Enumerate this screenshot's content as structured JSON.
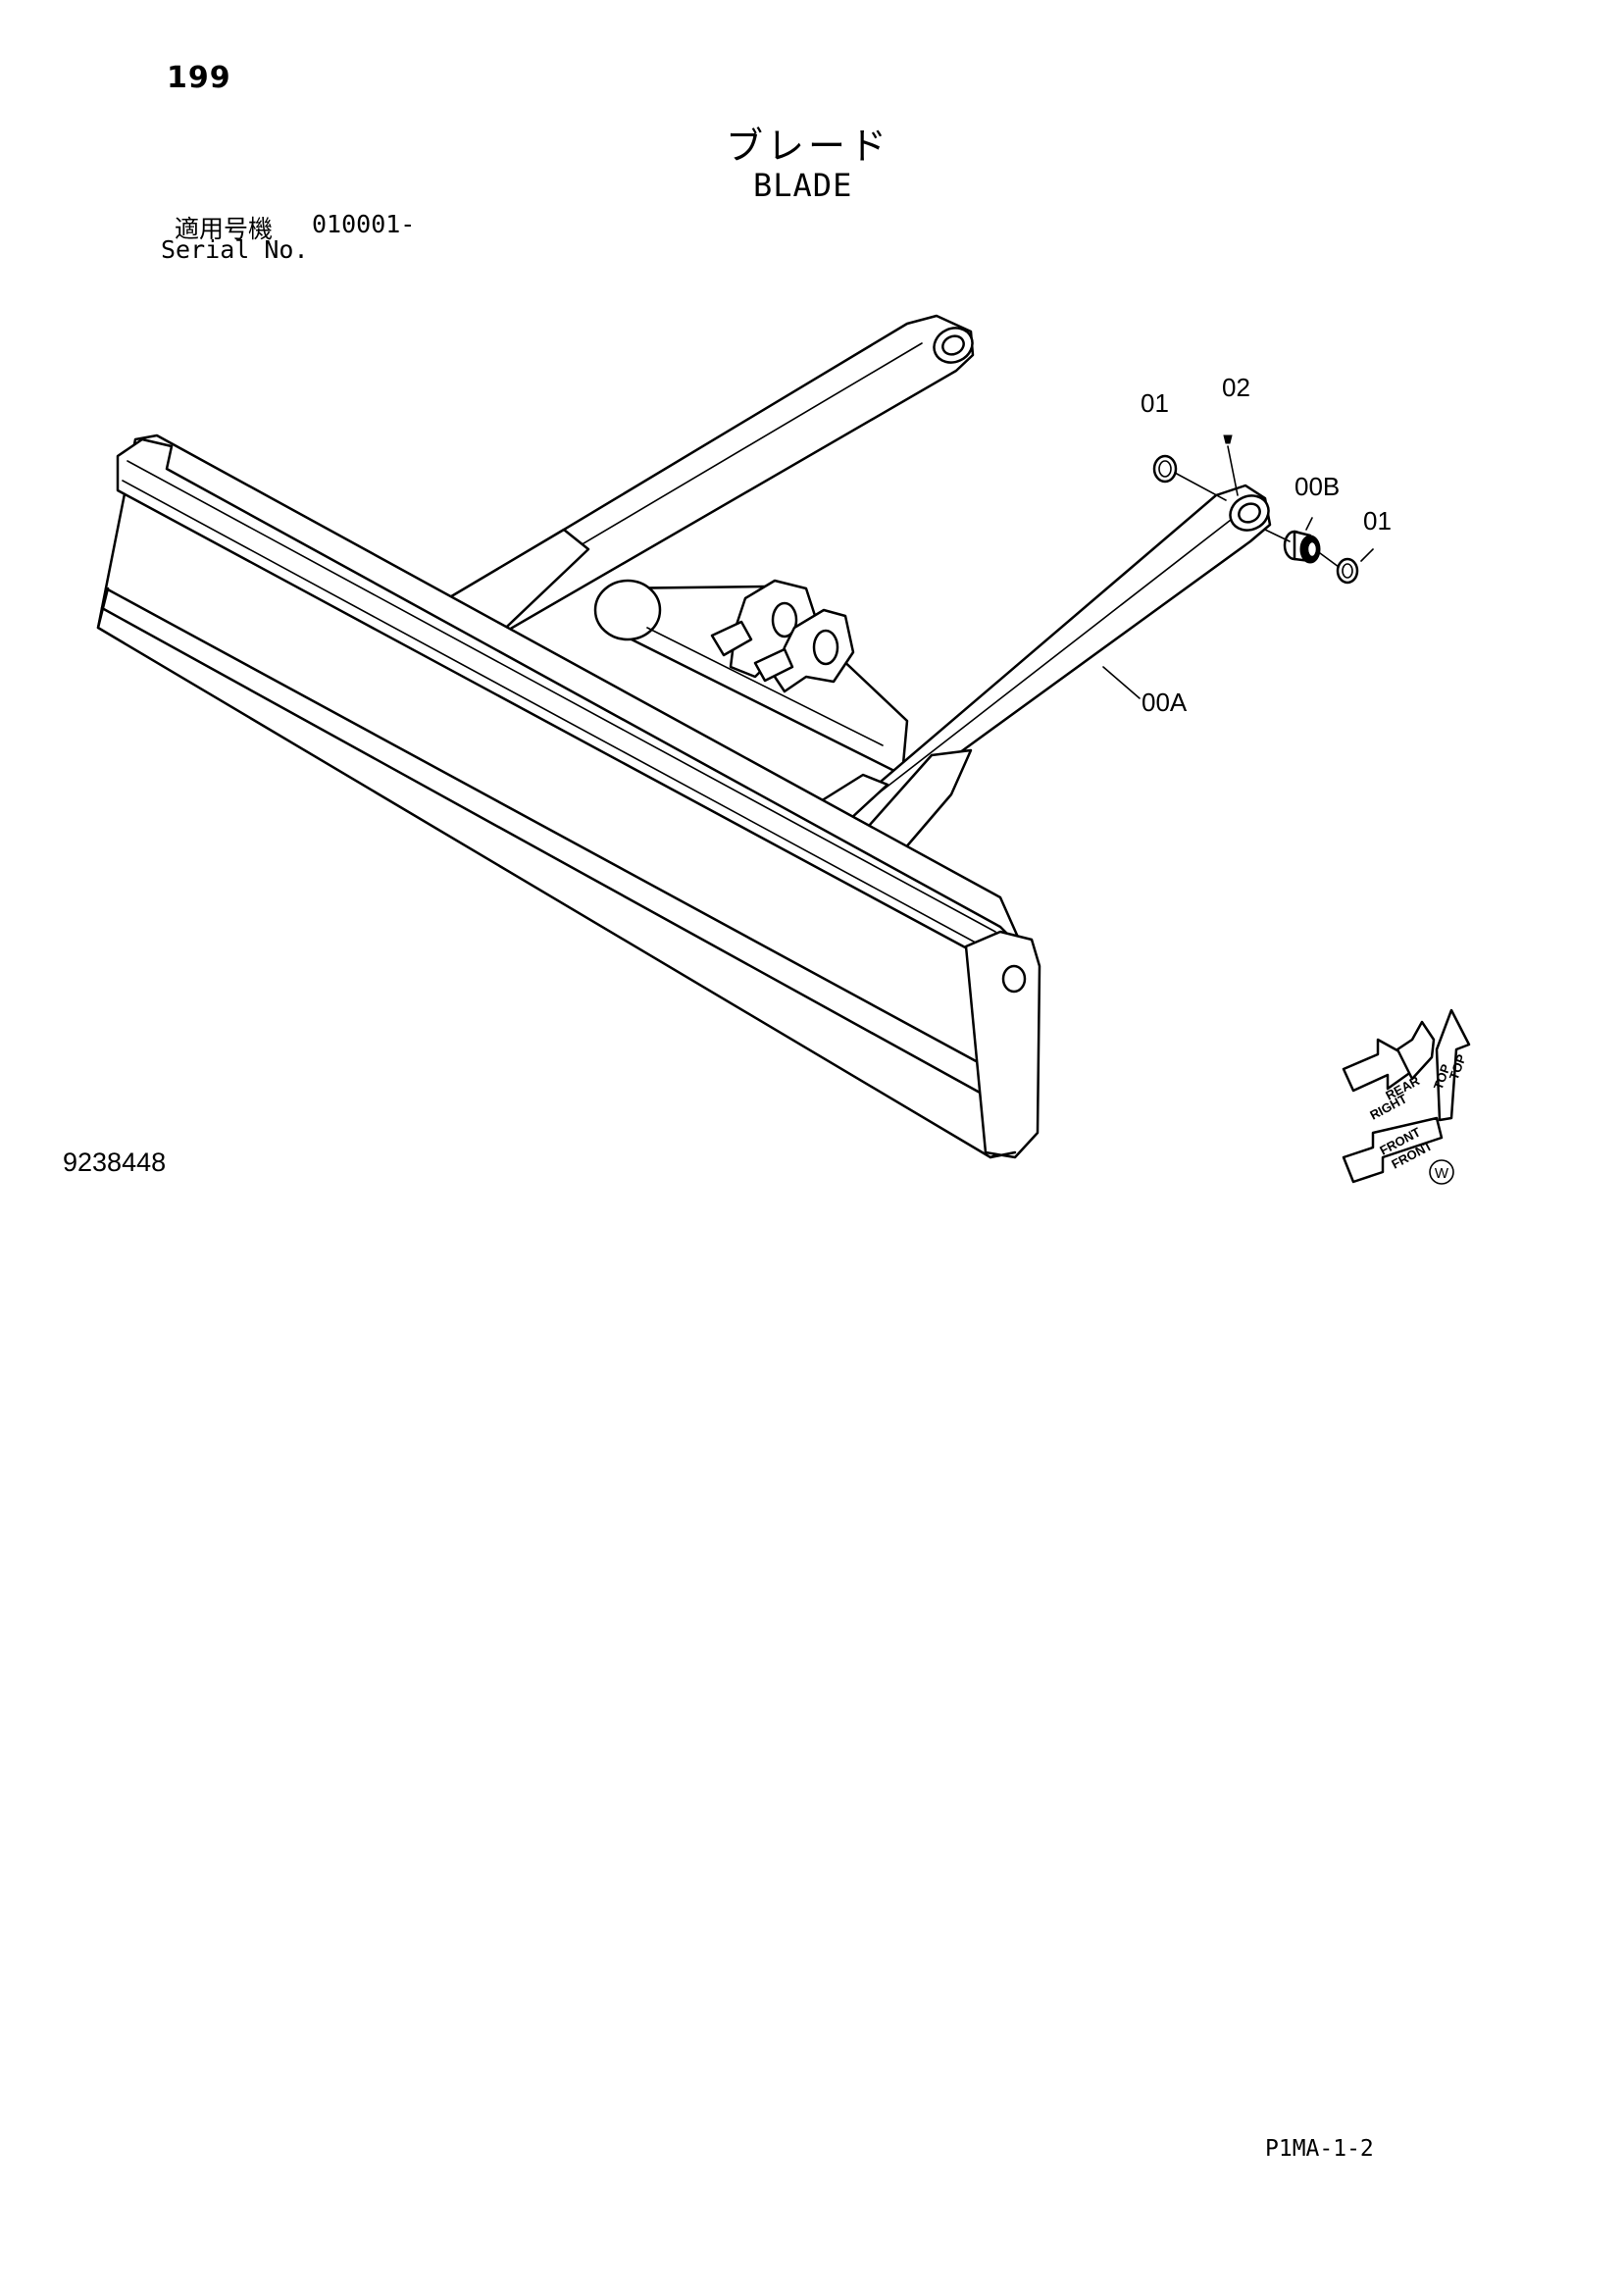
{
  "header": {
    "page_number": "199",
    "title_jp": "ブレード",
    "title_en": "BLADE",
    "serial_label_jp": "適用号機",
    "serial_range": "010001-",
    "serial_label_en": "Serial No."
  },
  "callouts": {
    "c01a": "01",
    "c02": "02",
    "c00b": "00B",
    "c01b": "01",
    "c00a": "00A"
  },
  "direction_icon": {
    "labels": [
      "REAR",
      "RIGHT",
      "FRONT",
      "FRONT",
      "TOP",
      "TOP"
    ],
    "circle_mark": "W"
  },
  "footer": {
    "drawing_number": "9238448",
    "code": "P1MA-1-2"
  }
}
